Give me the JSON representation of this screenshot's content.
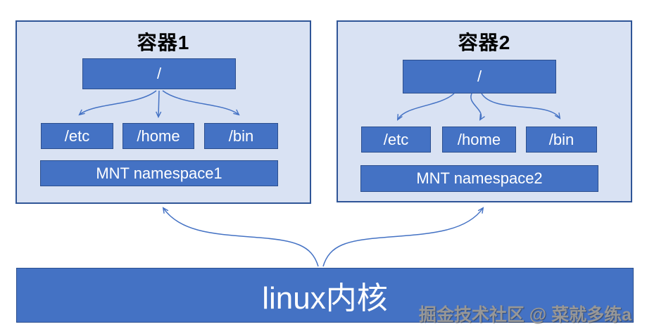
{
  "colors": {
    "box_fill": "#4472C4",
    "box_border": "#2C4F8E",
    "panel_fill": "#D9E2F3",
    "panel_border": "#2F5597",
    "arrow": "#4472C4",
    "kernel_fill": "#4472C4",
    "watermark_color": "#979797"
  },
  "containers": [
    {
      "title": "容器1",
      "root_label": "/",
      "children": [
        "/etc",
        "/home",
        "/bin"
      ],
      "namespace_label": "MNT namespace1"
    },
    {
      "title": "容器2",
      "root_label": "/",
      "children": [
        "/etc",
        "/home",
        "/bin"
      ],
      "namespace_label": "MNT namespace2"
    }
  ],
  "kernel": {
    "label": "linux内核"
  },
  "watermark": {
    "text": "掘金技术社区 @ 菜就多练a"
  }
}
